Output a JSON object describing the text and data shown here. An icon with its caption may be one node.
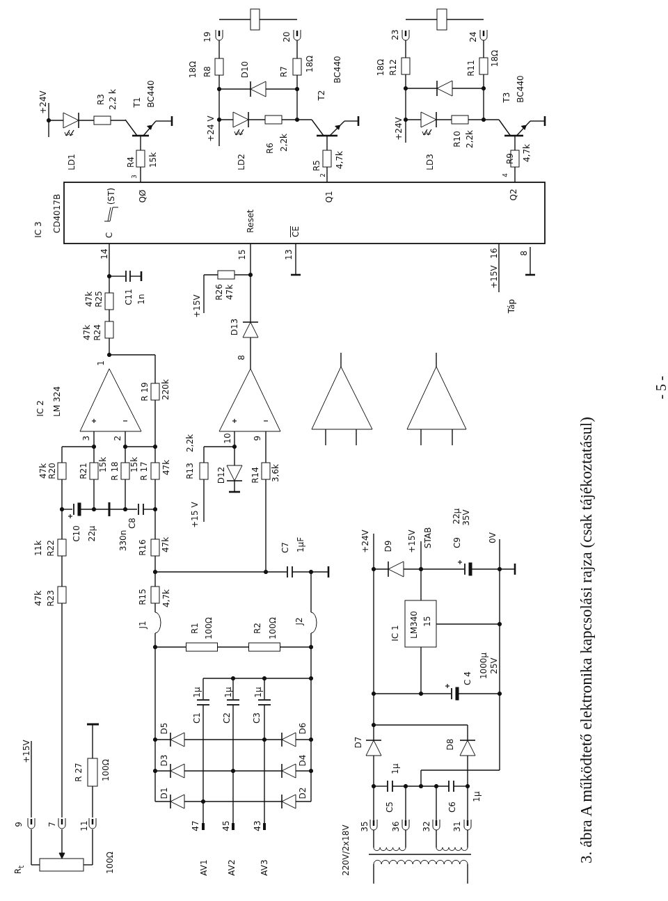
{
  "diagram": {
    "caption": "3. ábra A működtető elektronika kapcsolási rajza (csak tájékoztatásul)",
    "labels": [
      "+24V",
      "LD1",
      "R3",
      "2,2 k",
      "T1",
      "BC440",
      "R4",
      "15k",
      "3",
      "IC 3",
      "CD4017B",
      "C",
      "(ST)",
      "QØ",
      "14",
      "47k",
      "R25",
      "C11",
      "1n",
      "Reset",
      "15",
      "13",
      "CE",
      "+15V",
      "R26",
      "47k",
      "18Ω",
      "R8",
      "19",
      "D10",
      "R7",
      "18Ω",
      "20",
      "+24 V",
      "LD2",
      "R6",
      "2,2k",
      "T2",
      "BC440",
      "R5",
      "2",
      "4,7k",
      "Q1",
      "18Ω",
      "R12",
      "23",
      "R11",
      "18Ω",
      "24",
      "+24V",
      "LD3",
      "R10",
      "2,2k",
      "T3",
      "BC440",
      "R9",
      "4",
      "4,7k",
      "Q2",
      "16",
      "8",
      "+15V",
      "Táp",
      "IC 2",
      "LM 324",
      "1",
      "47k",
      "R24",
      "R 19",
      "220k",
      "3",
      "2",
      "47k",
      "R20",
      "R21",
      "15k",
      "R 18",
      "15k",
      "R 17",
      "47k",
      "C10",
      "22μ",
      "330n",
      "C8",
      "11k",
      "R22",
      "R16",
      "47k",
      "47k",
      "R23",
      "R15",
      "4,7k",
      "8",
      "D13",
      "10",
      "9",
      "R13",
      "2,2k",
      "D12",
      "R14",
      "3,6k",
      "+15 V",
      "C7",
      "1μF",
      "+24V",
      "D9",
      "+15V",
      "STAB",
      "C9",
      "22μ",
      "35V",
      "0V",
      "+15V",
      "9",
      "7",
      "11",
      "R$_{t}$",
      "100Ω",
      "R 27",
      "100Ω",
      "AV1",
      "AV2",
      "AV3",
      "47",
      "45",
      "43",
      "D1",
      "D3",
      "D5",
      "D2",
      "D4",
      "D6",
      "C1",
      "1μ",
      "C2",
      "1μ",
      "C3",
      "1μ",
      "J1",
      "R1",
      "100Ω",
      "R2",
      "100Ω",
      "J2",
      "IC 1",
      "LM340",
      "15",
      "C 4",
      "1000μ",
      "25V",
      "D7",
      "D8",
      "C5",
      "1μ",
      "C6",
      "1μ",
      "35",
      "36",
      "32",
      "31",
      "220V/2x18V",
      "- 5 -"
    ]
  }
}
